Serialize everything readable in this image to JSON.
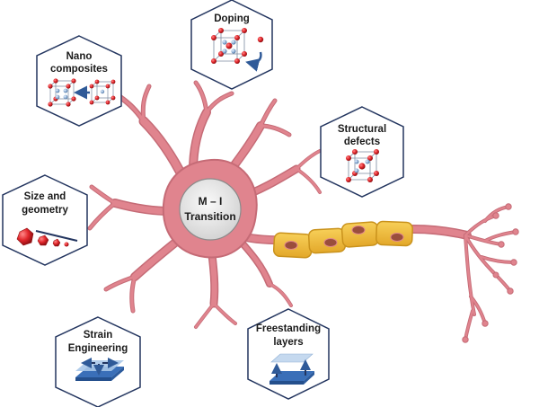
{
  "soma": {
    "line1": "M – I",
    "line2": "Transition"
  },
  "hexagons": {
    "doping": {
      "line1": "Doping"
    },
    "nanocomposites": {
      "line1": "Nano",
      "line2": "composites"
    },
    "structural": {
      "line1": "Structural",
      "line2": "defects"
    },
    "size": {
      "line1": "Size and",
      "line2": "geometry"
    },
    "strain": {
      "line1": "Strain",
      "line2": "Engineering"
    },
    "freestanding": {
      "line1": "Freestanding",
      "line2": "layers"
    }
  },
  "colors": {
    "neuron": "#e0848e",
    "neuron_stroke": "#c56b76",
    "soma_inner": "#ececec",
    "myelin": "#f2be3a",
    "myelin_stroke": "#c9921c",
    "nucleus": "#9a4e3c",
    "hex_stroke": "#23355f",
    "atom_red": "#e1262b",
    "atom_blue": "#8fb0d6",
    "arrow_blue": "#2f5a98"
  }
}
